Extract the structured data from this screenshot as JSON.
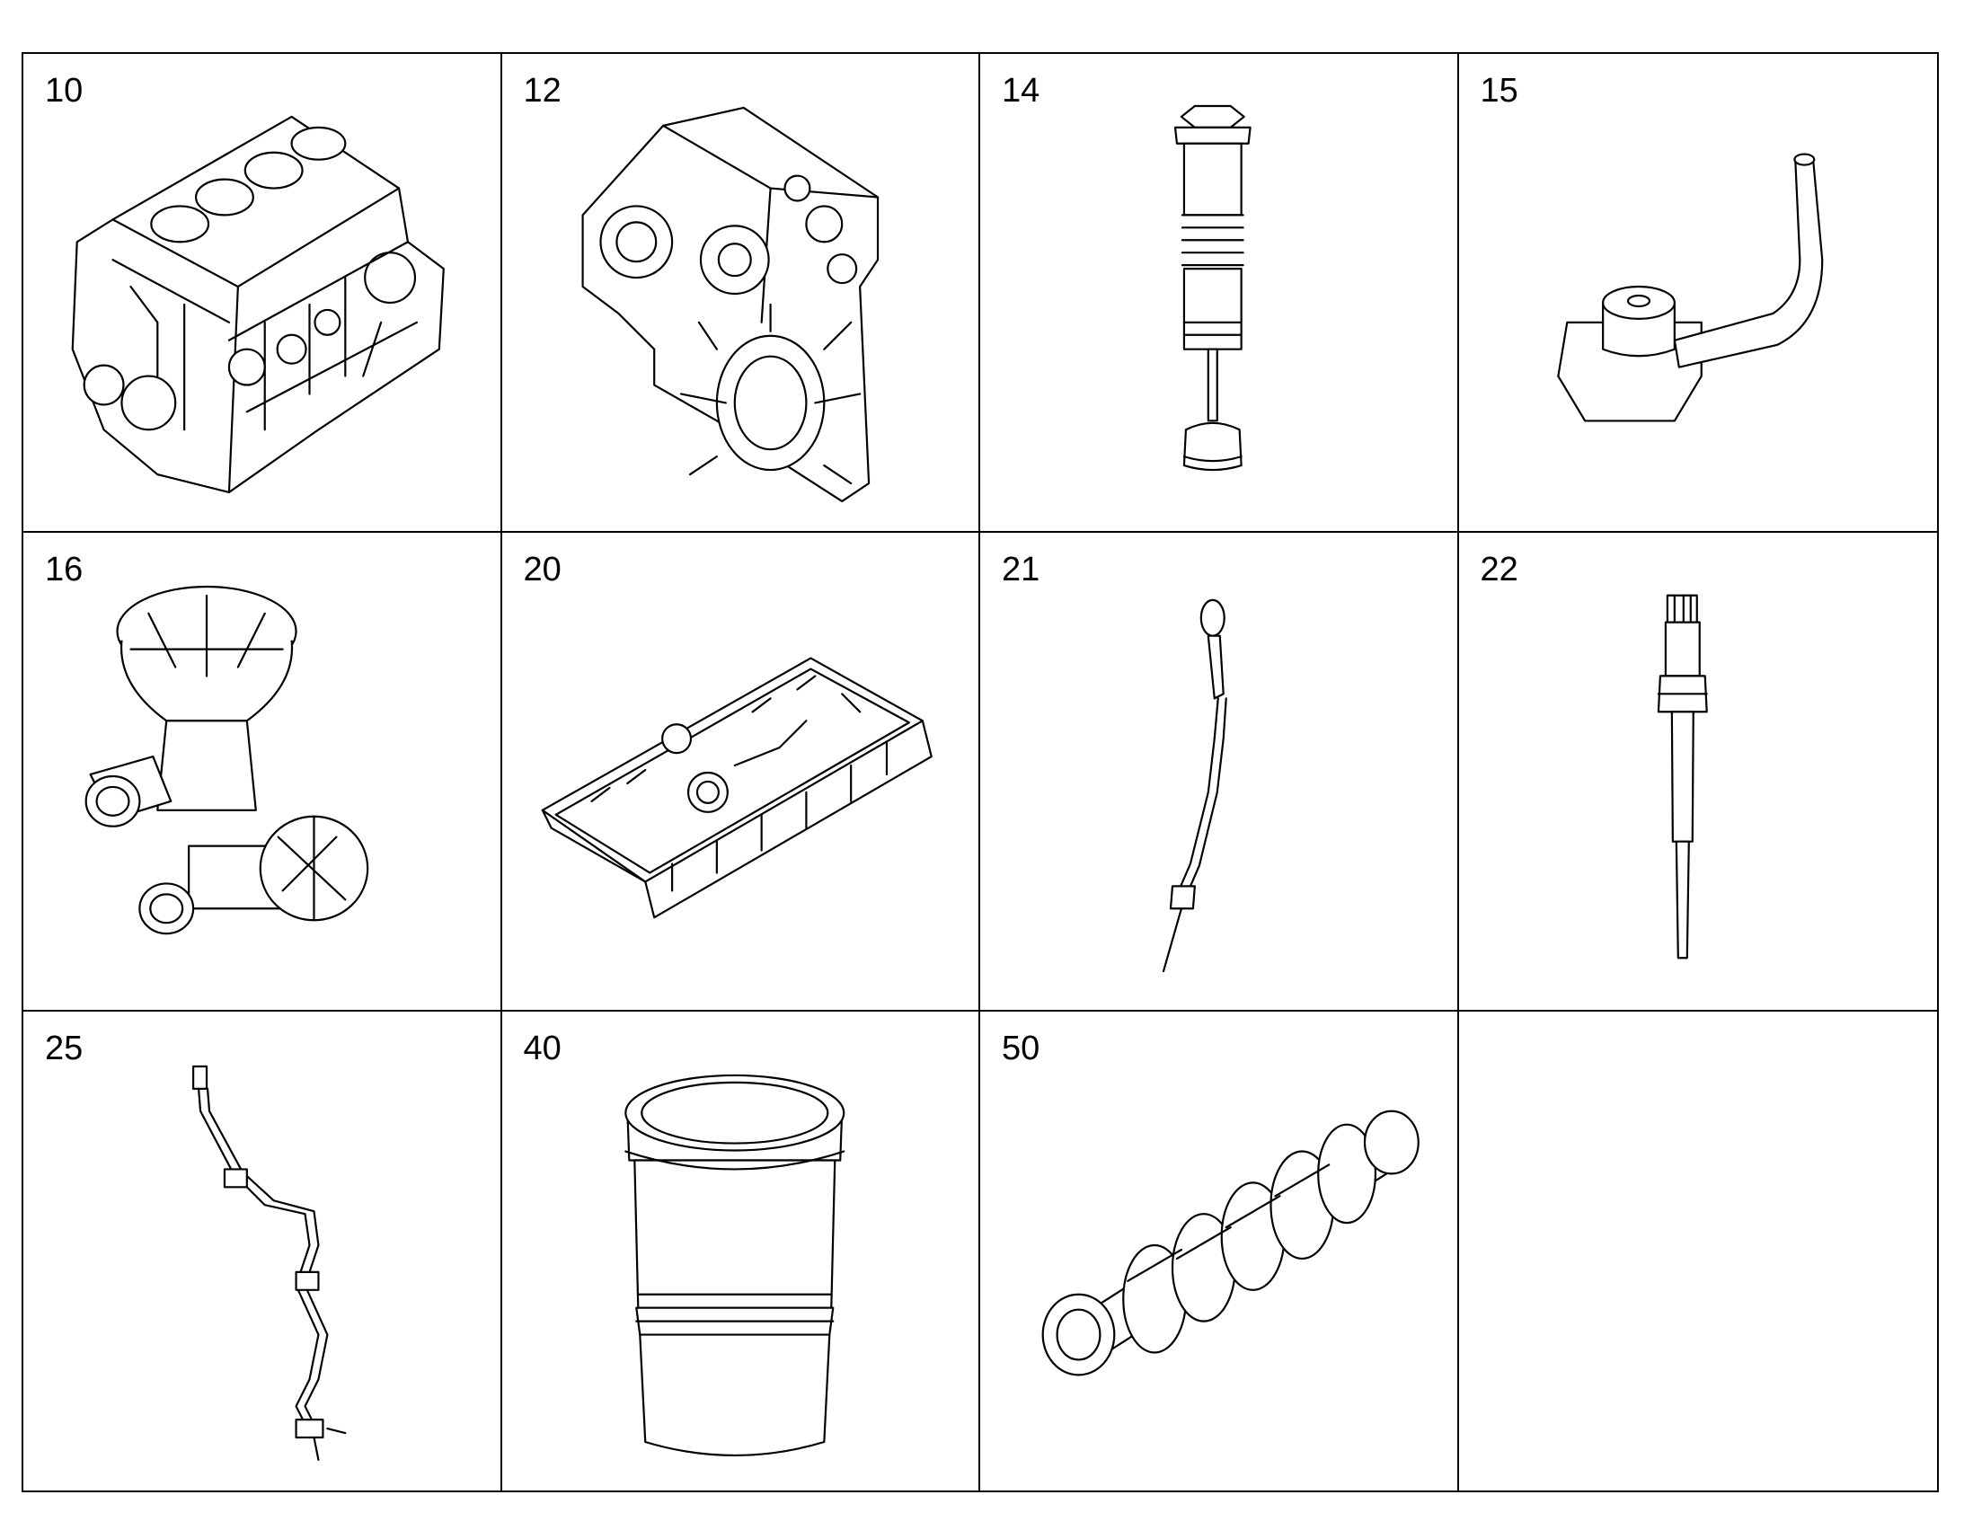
{
  "parts": [
    {
      "number": "10",
      "icon": "engine-block-icon"
    },
    {
      "number": "12",
      "icon": "timing-case-icon"
    },
    {
      "number": "14",
      "icon": "valve-plunger-icon"
    },
    {
      "number": "15",
      "icon": "nozzle-tube-icon"
    },
    {
      "number": "16",
      "icon": "oil-separator-icon"
    },
    {
      "number": "20",
      "icon": "oil-pan-icon"
    },
    {
      "number": "21",
      "icon": "dipstick-icon"
    },
    {
      "number": "22",
      "icon": "sensor-icon"
    },
    {
      "number": "25",
      "icon": "sensor-cable-icon"
    },
    {
      "number": "40",
      "icon": "cylinder-liner-icon"
    },
    {
      "number": "50",
      "icon": "crankshaft-icon"
    },
    {
      "number": "",
      "icon": ""
    }
  ]
}
